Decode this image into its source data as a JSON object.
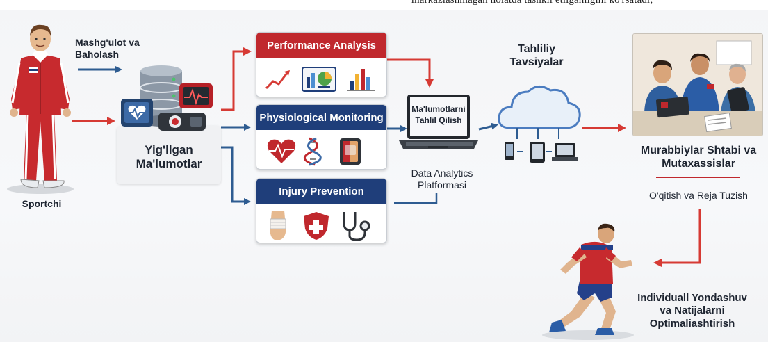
{
  "top_caption": "markazlashmagan holatda tashkil etilganligini ko'rsatadi;",
  "nodes": {
    "athlete_label": "Sportchi",
    "training_label": "Mashg'ulot va\nBaholash",
    "collected_data_label": "Yig'llgan\nMa'lumotlar",
    "performance_card_title": "Performance Analysis",
    "physiological_card_title": "Physiological Monitoring",
    "injury_card_title": "Injury Prevention",
    "laptop_screen_text": "Ma'lumotlarni\nTahlil Qilish",
    "platform_label": "Data Analytics\nPlatformasi",
    "cloud_label": "Tahliliy\nTavsiyalar",
    "staff_label": "Murabbiylar Shtabi va\nMutaxassislar",
    "planning_label": "O'qitish va Reja Tuzish",
    "outcome_label": "Individuall Yondashuv\nva Natijalarni\nOptimaliashtirish"
  },
  "colors": {
    "red_accent": "#c0282d",
    "navy_accent": "#1f3e7a",
    "arrow_blue": "#2e5c91",
    "arrow_red": "#d63a34",
    "tracksuit_red": "#c72a2e"
  },
  "icons": [
    "athlete-figure",
    "database-icon",
    "heart-monitor-icon",
    "heartbeat-icon",
    "camera-tracker-icon",
    "line-chart-icon",
    "pie-chart-icon",
    "bar-chart-icon",
    "heart-icon",
    "dna-icon",
    "wearable-device-icon",
    "bandaged-knee-icon",
    "shield-icon",
    "stethoscope-icon",
    "laptop-icon",
    "cloud-icon",
    "phone-icon",
    "tablet-icon",
    "laptop-small-icon",
    "coaching-staff-illustration",
    "runner-illustration"
  ]
}
